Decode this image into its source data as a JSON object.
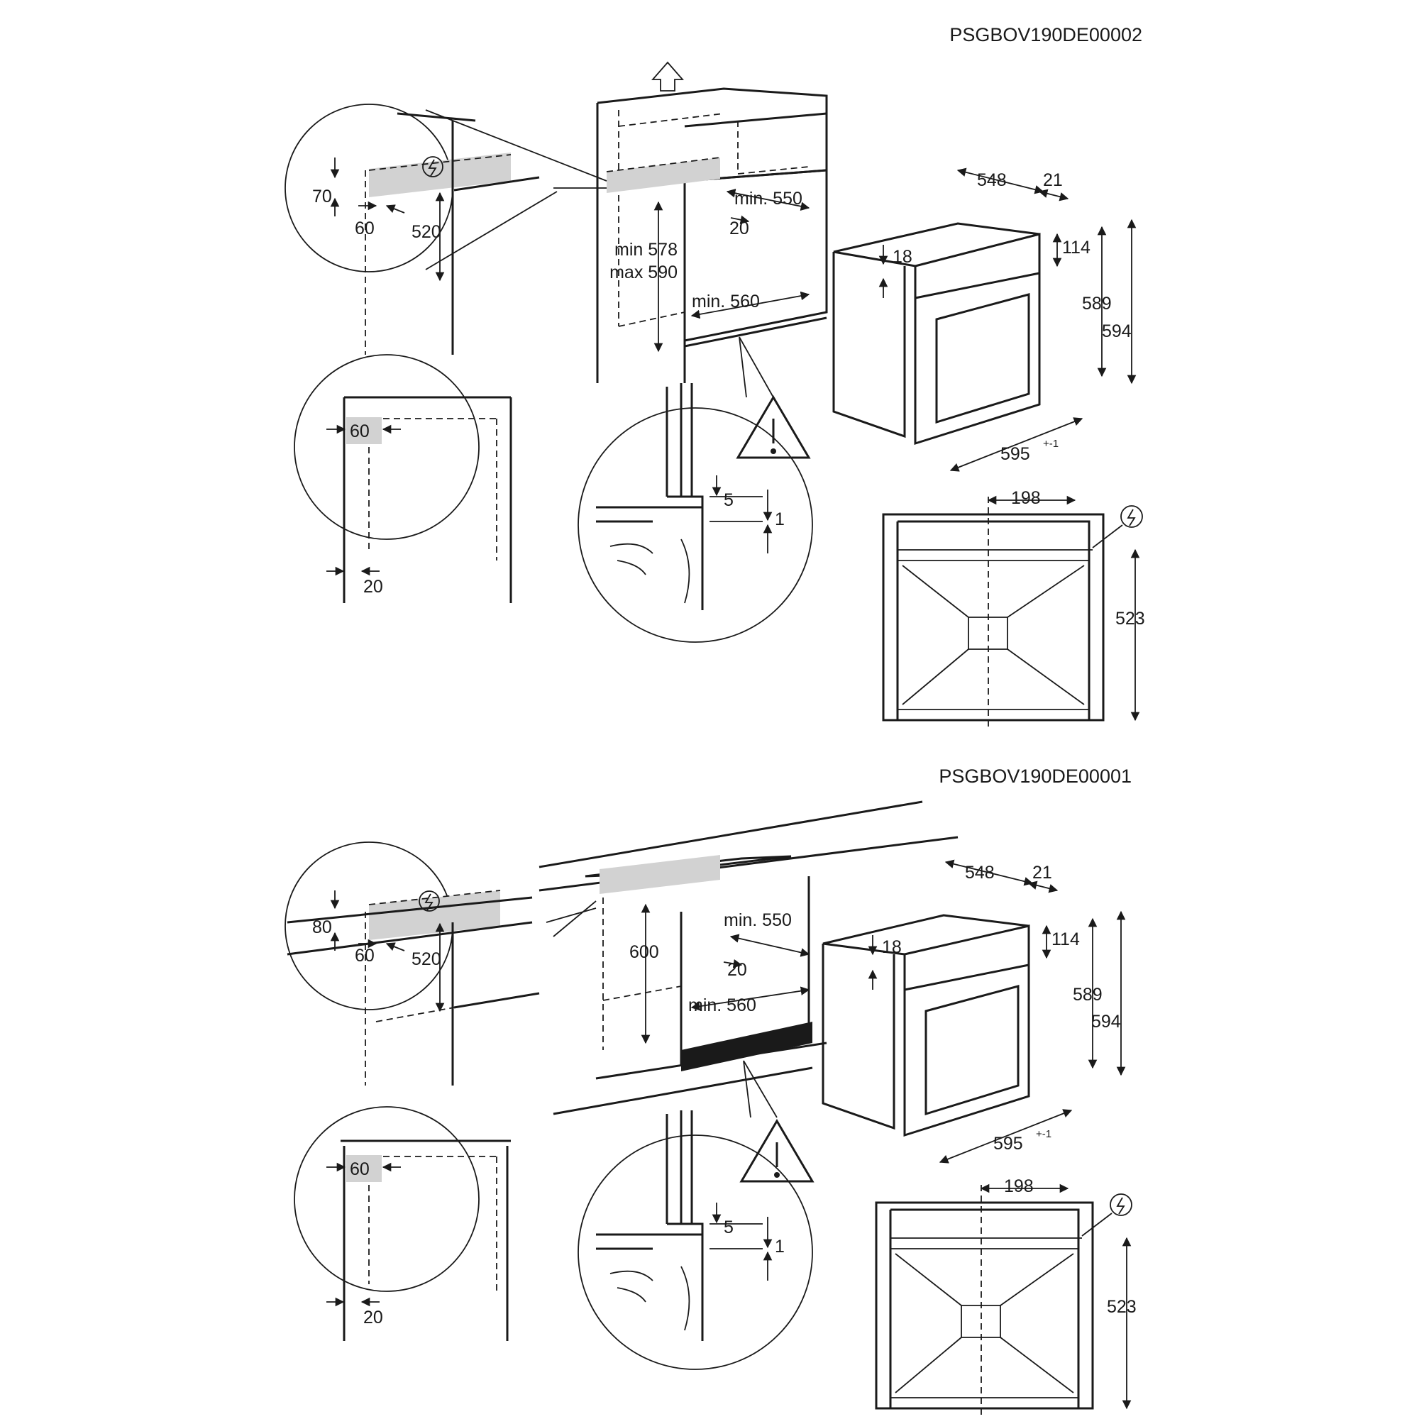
{
  "sections": [
    {
      "code": "PSGBOV190DE00002",
      "zoom_top": {
        "d70": "70",
        "d60": "60",
        "d520": "520"
      },
      "zoom_side": {
        "d60": "60",
        "d20": "20"
      },
      "cabinet": {
        "min550": "min. 550",
        "d20": "20",
        "min560": "min. 560",
        "height_a": "min 578",
        "height_b": "max 590"
      },
      "detail": {
        "d5": "5",
        "d1": "1"
      },
      "oven": {
        "d548": "548",
        "d21": "21",
        "d18": "18",
        "d114": "114",
        "d589": "589",
        "d594": "594",
        "d595": "595",
        "d595_tol": "+-1"
      },
      "front": {
        "d198": "198",
        "d523": "523"
      }
    },
    {
      "code": "PSGBOV190DE00001",
      "zoom_top": {
        "d80": "80",
        "d60": "60",
        "d520": "520"
      },
      "zoom_side": {
        "d60": "60",
        "d20": "20"
      },
      "cabinet": {
        "min550": "min. 550",
        "d20": "20",
        "min560": "min. 560",
        "d600": "600"
      },
      "detail": {
        "d5": "5",
        "d1": "1"
      },
      "oven": {
        "d548": "548",
        "d21": "21",
        "d18": "18",
        "d114": "114",
        "d589": "589",
        "d594": "594",
        "d595": "595",
        "d595_tol": "+-1"
      },
      "front": {
        "d198": "198",
        "d523": "523"
      }
    }
  ]
}
